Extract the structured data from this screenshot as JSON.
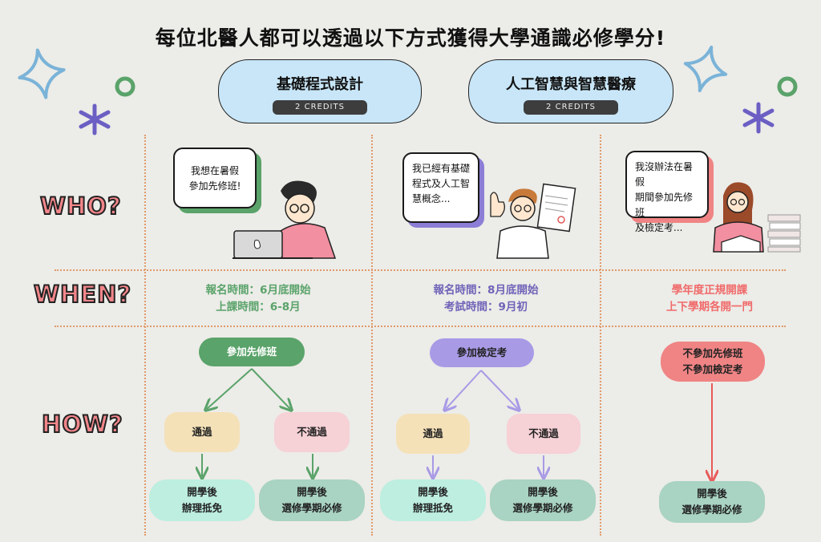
{
  "title": "每位北醫人都可以透過以下方式獲得大學通識必修學分!",
  "courses": [
    {
      "name": "基礎程式設計",
      "credits": "2 CREDITS"
    },
    {
      "name": "人工智慧與智慧醫療",
      "credits": "2 CREDITS"
    }
  ],
  "row_labels": {
    "who": "WHO?",
    "when": "WHEN?",
    "how": "HOW?"
  },
  "bubbles": [
    {
      "lines": [
        "我想在暑假",
        "參加先修班!"
      ],
      "color": "#5aa36a"
    },
    {
      "lines": [
        "我已經有基礎",
        "程式及人工智",
        "慧概念..."
      ],
      "color": "#8c7ed6"
    },
    {
      "lines": [
        "我沒辦法在暑假",
        "期間參加先修班",
        "及檢定考..."
      ],
      "color": "#f08484"
    }
  ],
  "when": [
    {
      "lines": [
        "報名時間：6月底開始",
        "上課時間：6-8月"
      ],
      "color": "#5aa36a"
    },
    {
      "lines": [
        "報名時間：8月底開始",
        "考試時間：9月初"
      ],
      "color": "#6f63b8"
    },
    {
      "lines": [
        "學年度正規開課",
        "上下學期各開一門"
      ],
      "color": "#f06a6a"
    }
  ],
  "how": {
    "col1": {
      "top": "參加先修班",
      "pass": "通過",
      "fail": "不通過",
      "pass_result": [
        "開學後",
        "辦理抵免"
      ],
      "fail_result": [
        "開學後",
        "選修學期必修"
      ]
    },
    "col2": {
      "top": "參加檢定考",
      "pass": "通過",
      "fail": "不通過",
      "pass_result": [
        "開學後",
        "辦理抵免"
      ],
      "fail_result": [
        "開學後",
        "選修學期必修"
      ]
    },
    "col3": {
      "top": [
        "不參加先修班",
        "不參加檢定考"
      ],
      "result": [
        "開學後",
        "選修學期必修"
      ]
    }
  },
  "colors": {
    "green": "#5aa36a",
    "purple": "#a99ae6",
    "red": "#f08484",
    "pass_fill": "#f4e1b8",
    "fail_fill": "#f6d1d6",
    "mint": "#bdeee0",
    "sage": "#a9d3c2",
    "arrow_green": "#5aa36a",
    "arrow_purple": "#a99ae6",
    "arrow_red": "#e85a5a"
  },
  "icons": [
    "sparkle-icon",
    "circle-icon",
    "asterisk-icon",
    "person-laptop-icon",
    "person-thumbs-up-icon",
    "person-reading-icon"
  ]
}
